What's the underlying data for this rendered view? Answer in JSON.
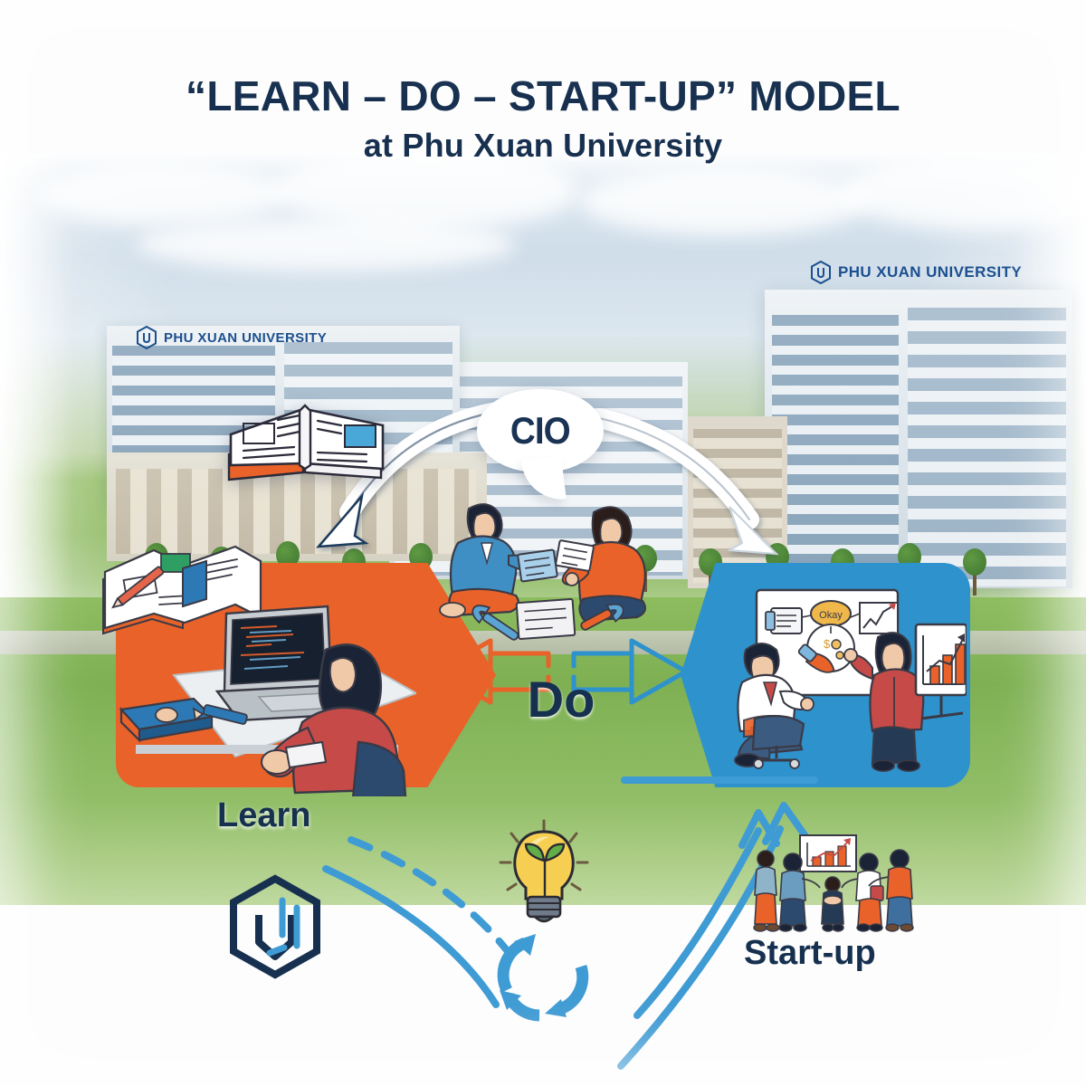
{
  "headline": {
    "line1": "“LEARN – DO – START-UP” MODEL",
    "line2": "at Phu Xuan University"
  },
  "signs": {
    "left": {
      "text": "PHU XUAN UNIVERSITY",
      "logo_icon": "hexagon-logo-icon"
    },
    "right": {
      "text": "PHU XUAN UNIVERSITY",
      "logo_icon": "hexagon-logo-icon"
    }
  },
  "speech_bubble": {
    "text": "CIO"
  },
  "stages": {
    "learn": {
      "label": "Learn",
      "color": "#e8622a"
    },
    "do": {
      "label": "Do",
      "color": "#16304f"
    },
    "startup": {
      "label": "Start-up",
      "color": "#2e92cd"
    }
  },
  "icons": {
    "open_book": "open-book-icon",
    "hex_logo": "hexagon-logo-icon",
    "lightbulb": "lightbulb-sprout-icon",
    "cycle": "cycle-arrows-icon",
    "team": "startup-team-icon",
    "arrow_left": "arrow-left-icon",
    "arrow_right": "arrow-right-icon"
  },
  "colors": {
    "navy": "#16304f",
    "orange": "#e8622a",
    "blue": "#2e92cd",
    "sign_blue": "#1b4f8f",
    "bulb_yellow": "#f6cf52",
    "leaf_green": "#63ad47"
  },
  "scenes": {
    "learn": "student coding on laptop with books and pencil",
    "center": "two students on grass with documents and tools",
    "startup": "business pitch at whiteboard with growth charts",
    "team": "team presenting growth bar chart"
  }
}
